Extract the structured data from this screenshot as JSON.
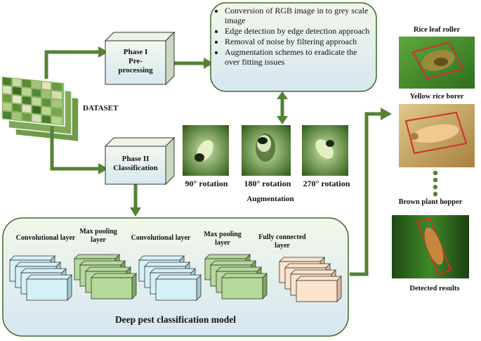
{
  "dataset": {
    "label": "DATASET"
  },
  "phase1": {
    "line1": "Phase I",
    "line2": "Pre-",
    "line3": "processing"
  },
  "phase2": {
    "line1": "Phase II",
    "line2": "Classification"
  },
  "preprocessing_steps": [
    "Conversion of RGB image in to grey scale image",
    "Edge detection by edge detection approach",
    "Removal of noise by filtering approach",
    "Augmentation schemes to eradicate the over fitting issues"
  ],
  "augmentation": {
    "title": "Augmentation",
    "rotations": [
      "90° rotation",
      "180° rotation",
      "270° rotation"
    ]
  },
  "model": {
    "title": "Deep pest classification model",
    "layers": [
      {
        "name": "Convolutional layer",
        "color": "#d5f1f8"
      },
      {
        "name": "Max pooling layer",
        "color": "#b5d99a"
      },
      {
        "name": "Convolutional layer",
        "color": "#d5f1f8"
      },
      {
        "name": "Max pooling layer",
        "color": "#b5d99a"
      },
      {
        "name": "Fully connected layer",
        "color": "#fbe3cc"
      }
    ]
  },
  "results": {
    "caption": "Detected results",
    "pests": [
      "Rice leaf roller",
      "Yellow rice borer",
      "Brown plant hopper"
    ]
  },
  "colors": {
    "arrow": "#548235",
    "panel_top": "#eef4e4",
    "panel_bottom": "#dbeaf2",
    "box_red": "#d32f2f"
  }
}
